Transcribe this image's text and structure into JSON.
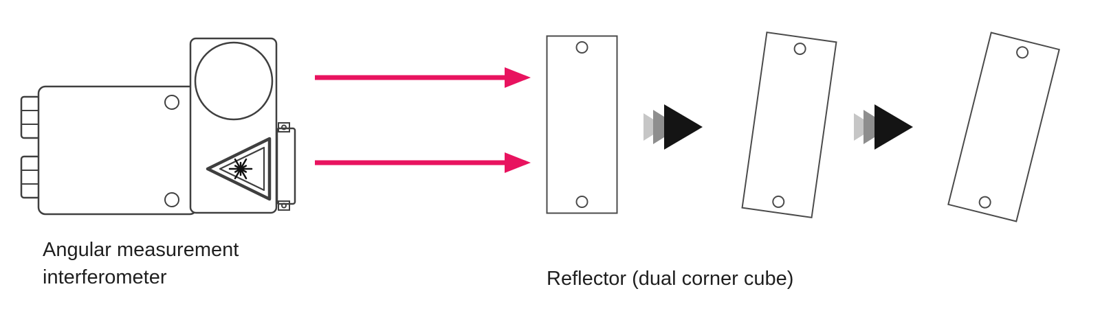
{
  "labels": {
    "interferometer": "Angular measurement\ninterferometer",
    "reflector": "Reflector (dual corner cube)"
  },
  "colors": {
    "background": "#ffffff",
    "beam": "#e8135f",
    "outline": "#3f3f3f",
    "plate_outline": "#4a4a4a",
    "starburst": "#111111",
    "progress_light": "#c6c6c6",
    "progress_mid": "#8e8e8e",
    "progress_dark": "#141414",
    "label_text": "#1f1f1f"
  },
  "diagram": {
    "beam_count": 2,
    "reflector_positions": [
      {
        "index": 1,
        "rotation_deg": 0
      },
      {
        "index": 2,
        "rotation_deg": 8
      },
      {
        "index": 3,
        "rotation_deg": 14
      }
    ],
    "icons": [
      "laser-warning-icon",
      "laser-beam-arrow",
      "fast-forward-icon"
    ]
  }
}
